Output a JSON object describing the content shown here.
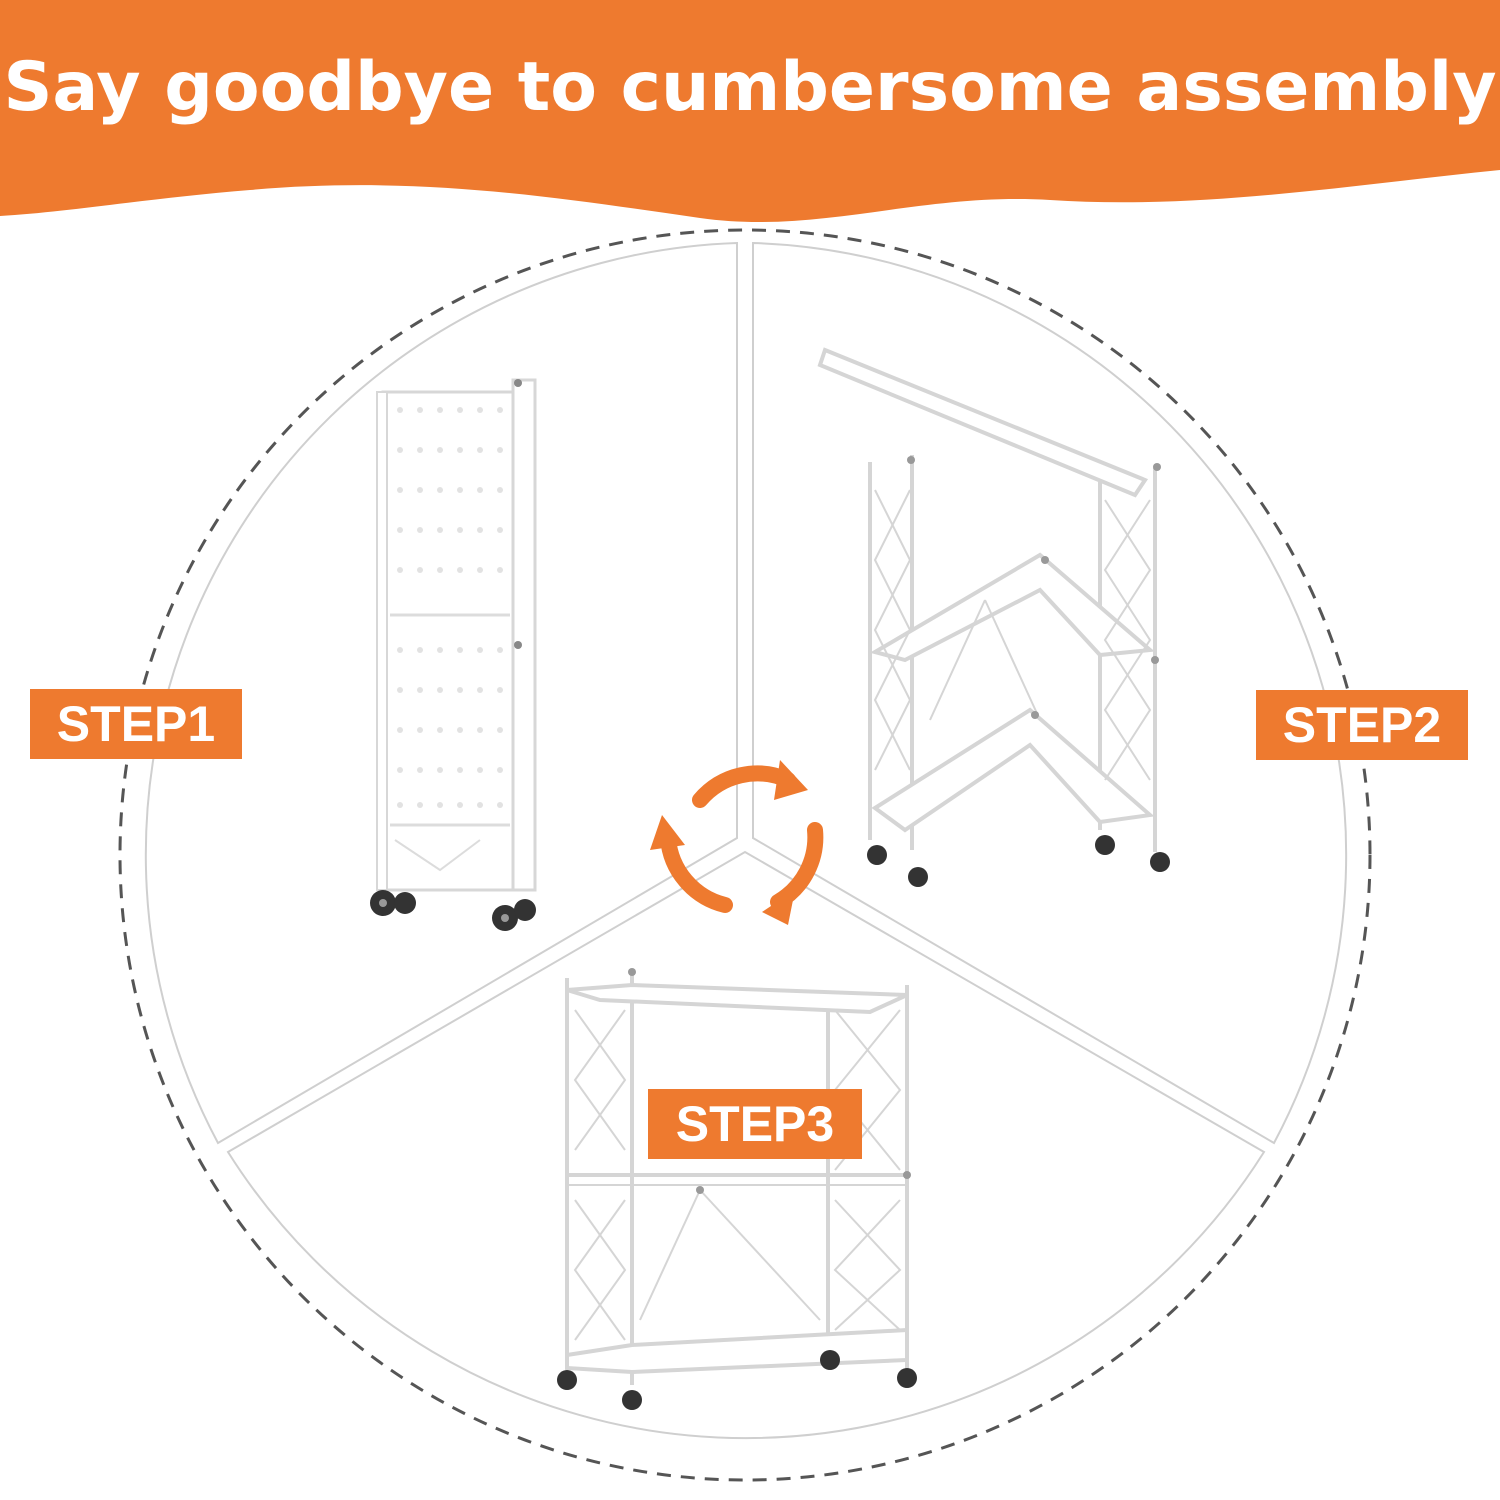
{
  "banner": {
    "title": "Say goodbye to cumbersome assembly",
    "color": "#ee7a2f"
  },
  "steps": [
    {
      "label": "STEP1"
    },
    {
      "label": "STEP2"
    },
    {
      "label": "STEP3"
    }
  ],
  "cycle_icon": {
    "name": "cycle-arrows-icon",
    "color": "#ee7a2f"
  }
}
